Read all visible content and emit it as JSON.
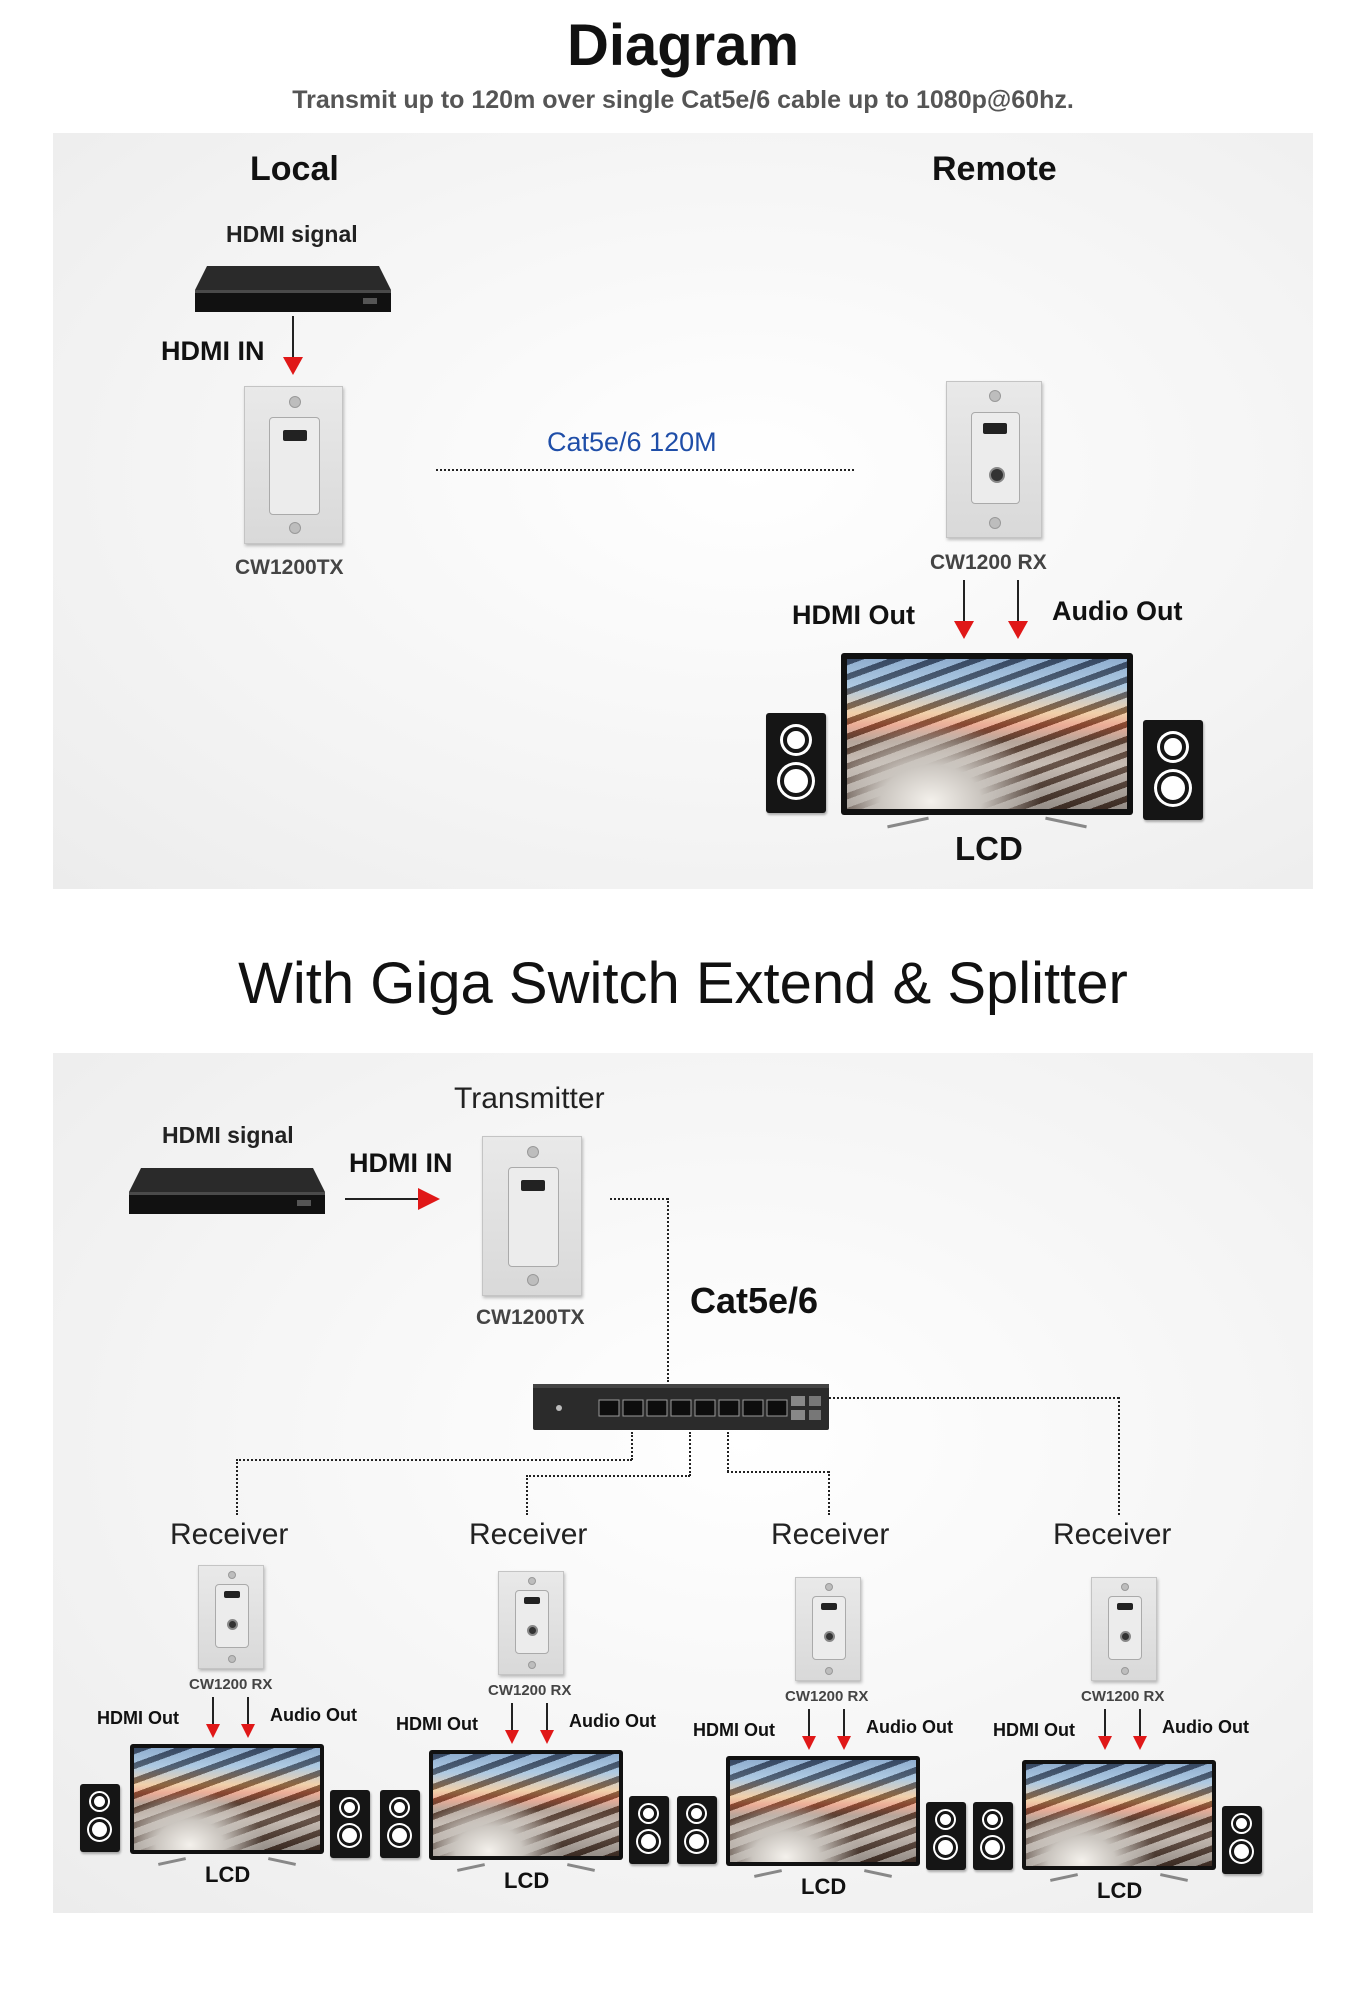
{
  "header": {
    "title": "Diagram",
    "subtitle": "Transmit up to 120m over single Cat5e/6 cable up to 1080p@60hz."
  },
  "section1": {
    "local_label": "Local",
    "remote_label": "Remote",
    "signal_label": "HDMI signal",
    "hdmi_in_label": "HDMI IN",
    "cable_label": "Cat5e/6 120M",
    "tx_label": "CW1200TX",
    "rx_label": "CW1200 RX",
    "hdmi_out_label": "HDMI Out",
    "audio_out_label": "Audio Out",
    "lcd_label": "LCD"
  },
  "section2": {
    "title": "With Giga Switch Extend & Splitter",
    "signal_label": "HDMI signal",
    "hdmi_in_label": "HDMI IN",
    "transmitter_label": "Transmitter",
    "tx_label": "CW1200TX",
    "cable_label": "Cat5e/6",
    "receivers": [
      {
        "title": "Receiver",
        "rx_label": "CW1200 RX",
        "hdmi_out": "HDMI Out",
        "audio_out": "Audio Out",
        "lcd": "LCD"
      },
      {
        "title": "Receiver",
        "rx_label": "CW1200 RX",
        "hdmi_out": "HDMI Out",
        "audio_out": "Audio Out",
        "lcd": "LCD"
      },
      {
        "title": "Receiver",
        "rx_label": "CW1200 RX",
        "hdmi_out": "HDMI Out",
        "audio_out": "Audio Out",
        "lcd": "LCD"
      },
      {
        "title": "Receiver",
        "rx_label": "CW1200 RX",
        "hdmi_out": "HDMI Out",
        "audio_out": "Audio Out",
        "lcd": "LCD"
      }
    ]
  },
  "colors": {
    "arrow": "#e01818",
    "cable_text": "#1f4ea8"
  },
  "icons": [
    "hdmi-player-icon",
    "wall-plate-transmitter-icon",
    "wall-plate-receiver-icon",
    "lcd-tv-icon",
    "speaker-icon",
    "network-switch-icon"
  ]
}
